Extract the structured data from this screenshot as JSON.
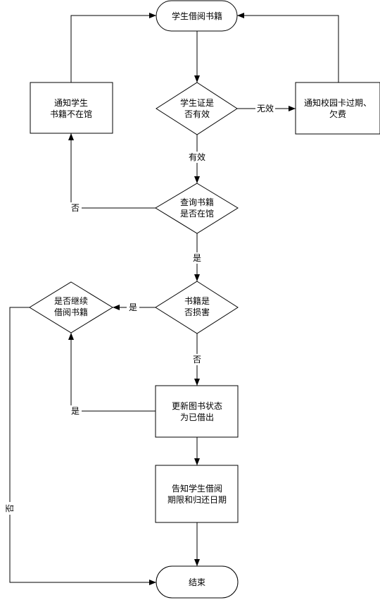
{
  "nodes": {
    "start": "学生借阅书籍",
    "check_card": [
      "学生证是",
      "否有效"
    ],
    "notify_card": [
      "通知校园卡过期、",
      "欠费"
    ],
    "notify_absent": [
      "通知学生",
      "书籍不在馆"
    ],
    "query_book": [
      "查询书籍",
      "是否在馆"
    ],
    "check_damage": [
      "书籍是",
      "否损害"
    ],
    "continue_borrow": [
      "是否继续",
      "借阅书籍"
    ],
    "update_status": [
      "更新图书状态",
      "为已借出"
    ],
    "inform_dates": [
      "告知学生借阅",
      "期限和归还日期"
    ],
    "end": "结束"
  },
  "edge_labels": {
    "card_invalid": "无效",
    "card_valid": "有效",
    "book_absent": "否",
    "book_present": "是",
    "damaged_yes": "是",
    "damaged_no": "否",
    "continue_yes": "是",
    "continue_no": "否"
  }
}
